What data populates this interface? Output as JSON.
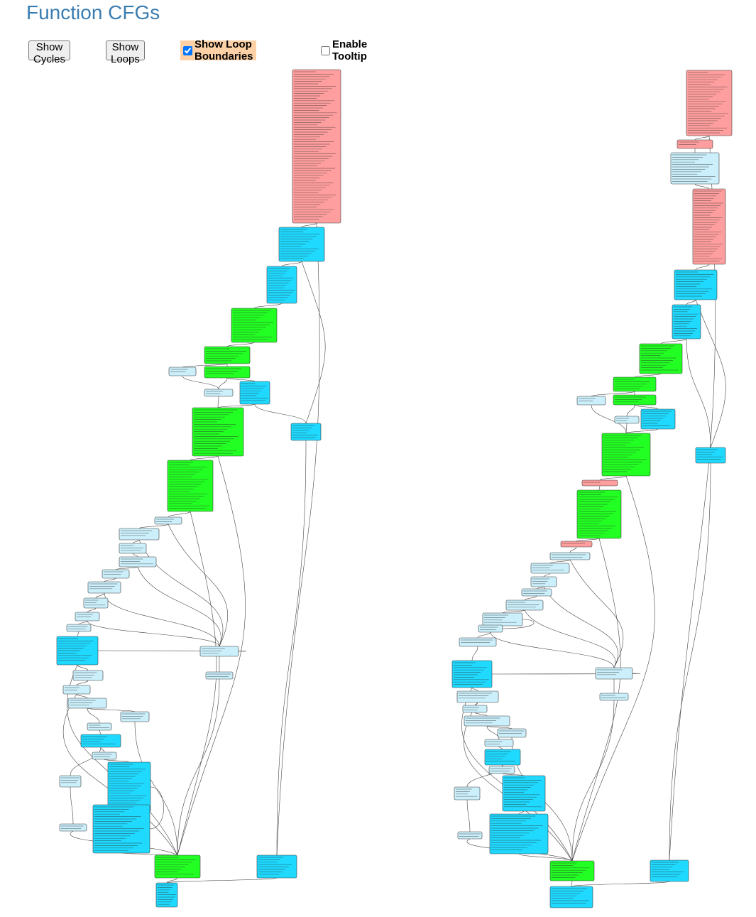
{
  "page": {
    "title": "Function CFGs"
  },
  "toolbar": {
    "show_cycles_label": "Show Cycles",
    "show_loops_label": "Show Loops",
    "show_loop_boundaries_label": "Show Loop Boundaries",
    "show_loop_boundaries_checked": true,
    "enable_tooltip_label": "Enable Tooltip",
    "enable_tooltip_checked": false
  },
  "colors": {
    "entry_block": "#ff9e9e",
    "loop_block": "#22ff22",
    "basic_block": "#1fd9ff",
    "small_block": "#cbeffb",
    "edge": "#444444",
    "title": "#3a7db1",
    "toggle_highlight": "#fdd1a5"
  },
  "block_legend_note": "Block text in the graphs is illegibly small in the screenshot and is rendered as placeholder lines."
}
